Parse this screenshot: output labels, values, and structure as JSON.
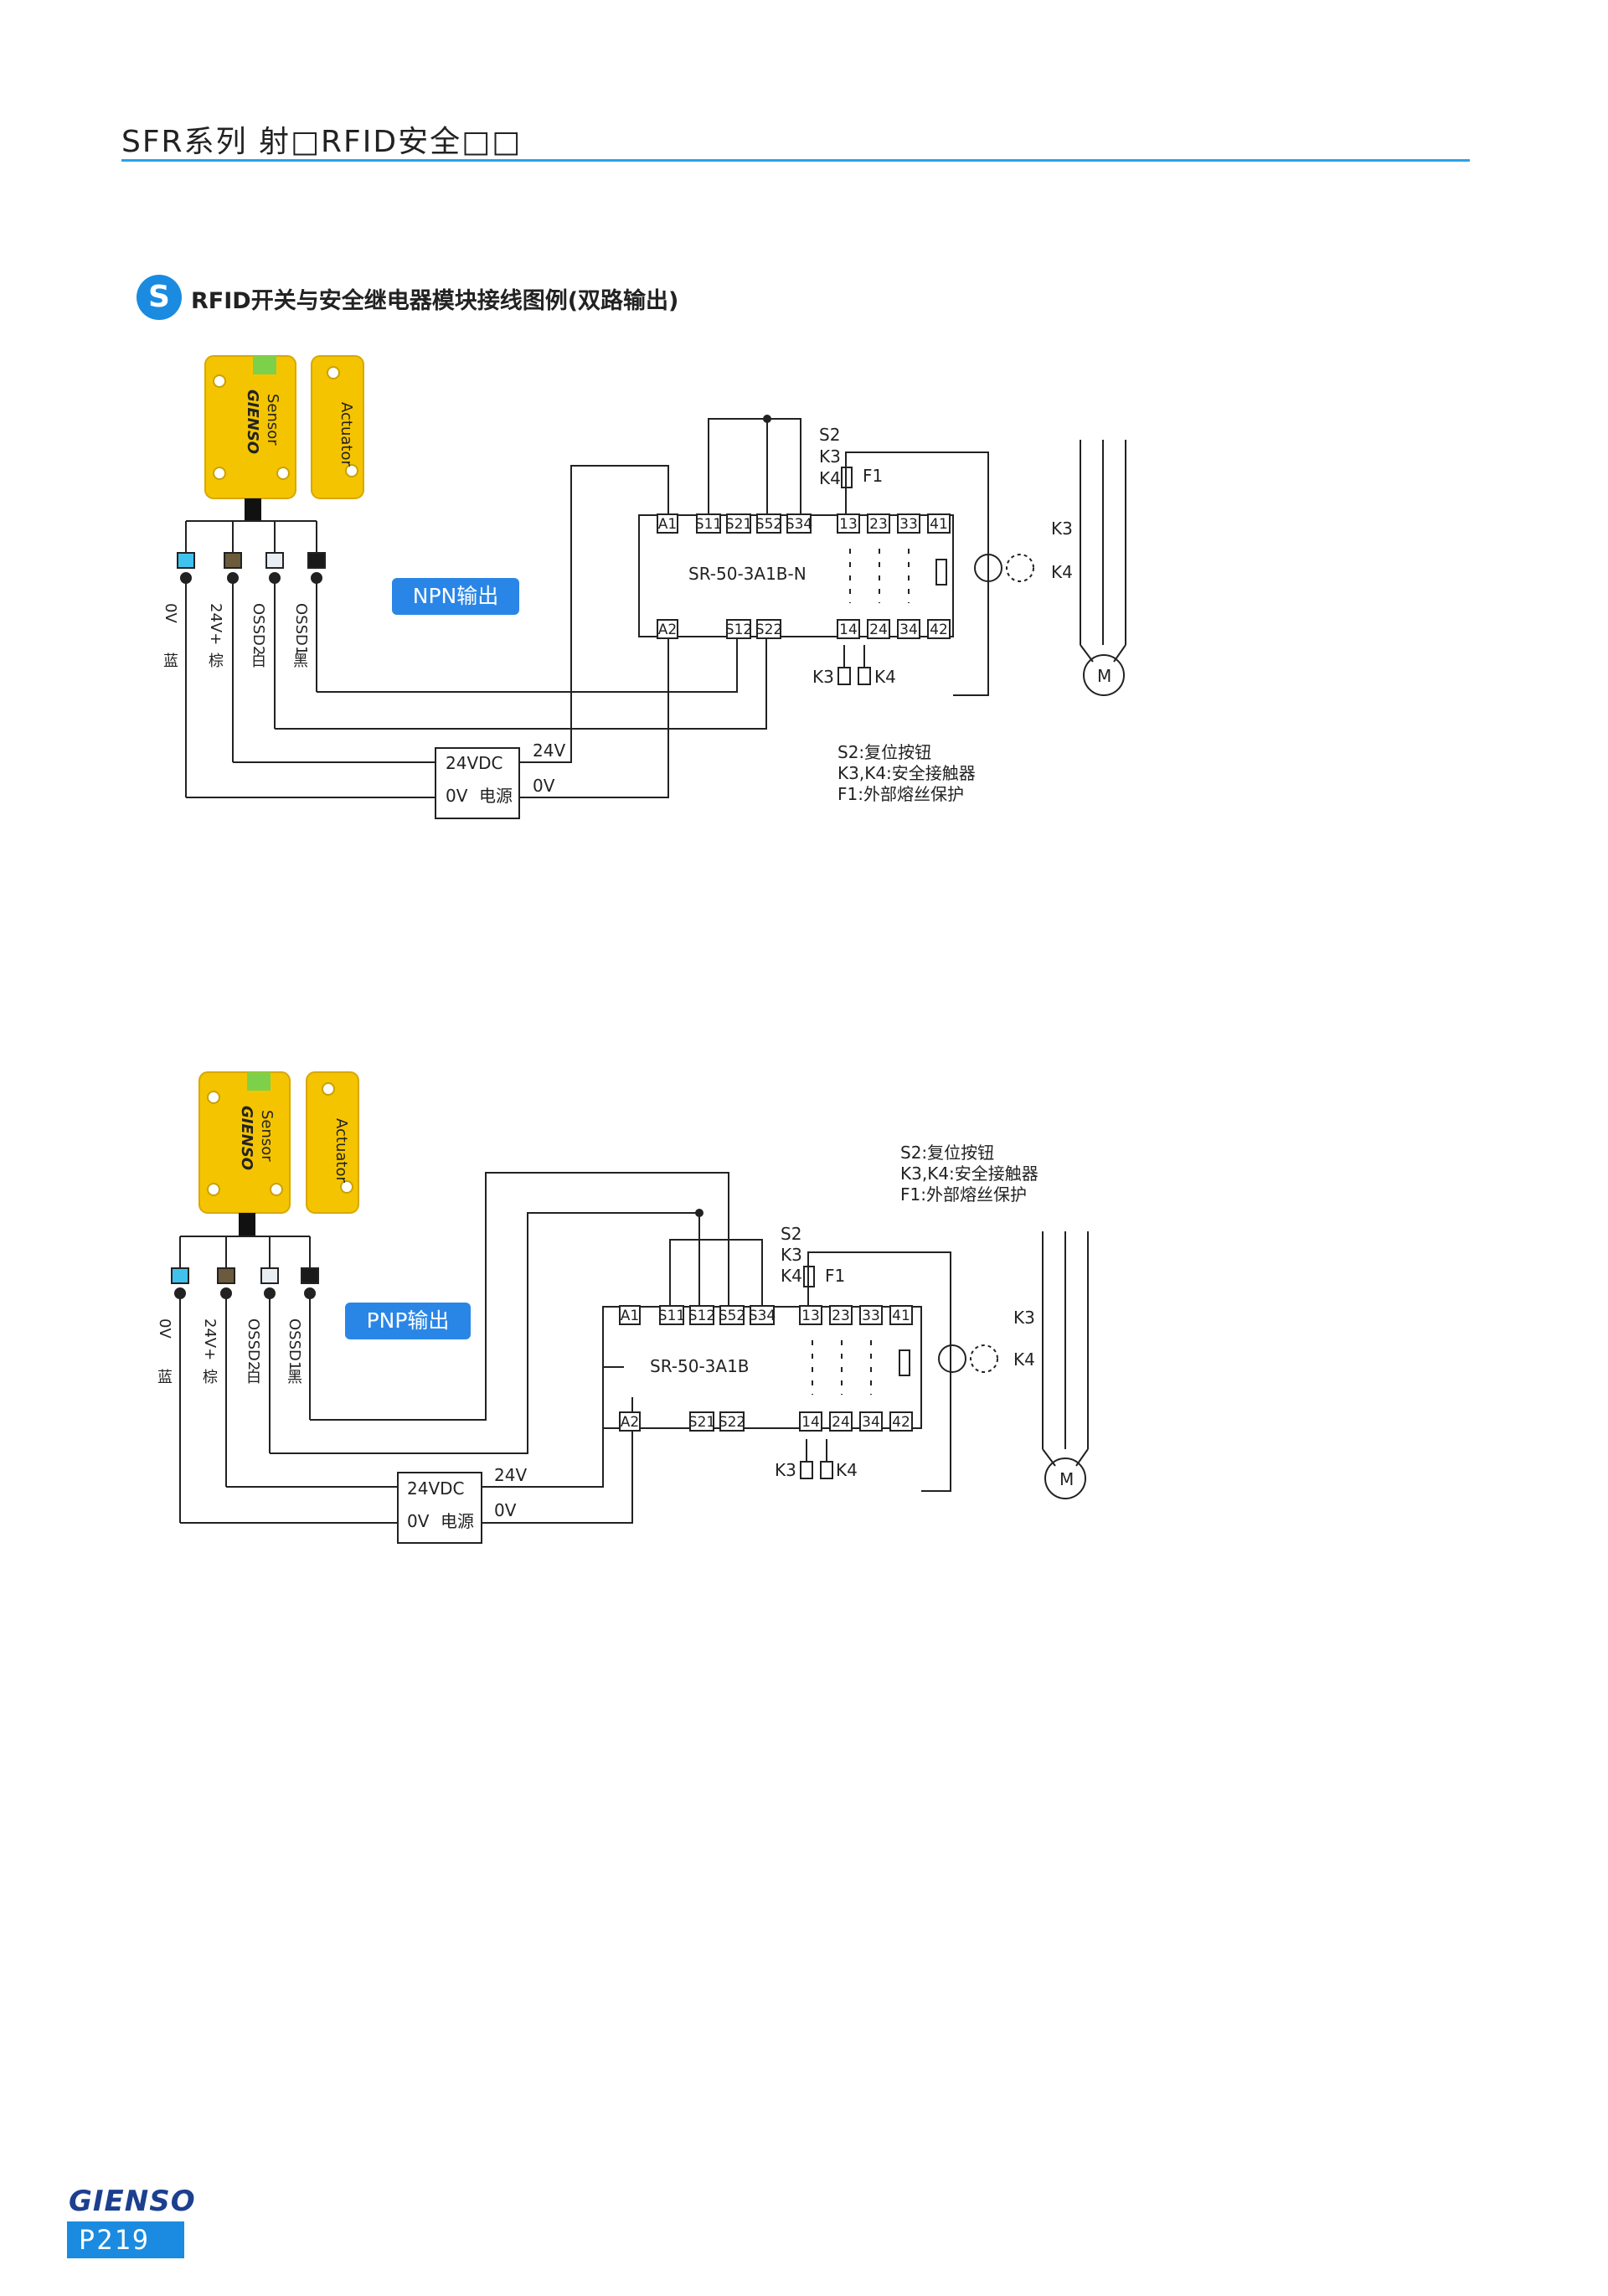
{
  "header": {
    "title": "SFR系列  射□RFID安全□□"
  },
  "section": {
    "icon_letter": "S",
    "title": "RFID开关与安全继电器模块接线图例(双路输出)"
  },
  "diagram_npn": {
    "tag": "NPN输出",
    "relay_model": "SR-50-3A1B-N",
    "sensor_label": "Sensor",
    "brand_label": "GIENSO",
    "actuator_label": "Actuator",
    "wires": [
      "0V",
      "24V+",
      "OSSD2",
      "OSSD1"
    ],
    "wire_colors": [
      "蓝",
      "棕",
      "白",
      "黑"
    ],
    "top_terminals": [
      "A1",
      "S11",
      "S21",
      "S52",
      "S34",
      "13",
      "23",
      "33",
      "41"
    ],
    "bottom_terminals": [
      "A2",
      "S12",
      "S22",
      "14",
      "24",
      "34",
      "42"
    ],
    "switch_labels": [
      "S2",
      "K3",
      "K4"
    ],
    "fuse": "F1",
    "coils": [
      "K3",
      "K4"
    ],
    "motor_contacts": [
      "K3",
      "K4"
    ],
    "motor": "M",
    "power_supply": {
      "line1": "24VDC",
      "line2_a": "0V",
      "line2_b": "电源",
      "out_24v": "24V",
      "out_0v": "0V"
    },
    "legend": [
      "S2:复位按钮",
      "K3,K4:安全接触器",
      "F1:外部熔丝保护"
    ]
  },
  "diagram_pnp": {
    "tag": "PNP输出",
    "relay_model": "SR-50-3A1B",
    "sensor_label": "Sensor",
    "brand_label": "GIENSO",
    "actuator_label": "Actuator",
    "wires": [
      "0V",
      "24V+",
      "OSSD2",
      "OSSD1"
    ],
    "wire_colors": [
      "蓝",
      "棕",
      "白",
      "黑"
    ],
    "top_terminals": [
      "A1",
      "S11",
      "S12",
      "S52",
      "S34",
      "13",
      "23",
      "33",
      "41"
    ],
    "bottom_terminals": [
      "A2",
      "S21",
      "S22",
      "14",
      "24",
      "34",
      "42"
    ],
    "switch_labels": [
      "S2",
      "K3",
      "K4"
    ],
    "fuse": "F1",
    "coils": [
      "K3",
      "K4"
    ],
    "motor_contacts": [
      "K3",
      "K4"
    ],
    "motor": "M",
    "power_supply": {
      "line1": "24VDC",
      "line2_a": "0V",
      "line2_b": "电源",
      "out_24v": "24V",
      "out_0v": "0V"
    },
    "legend": [
      "S2:复位按钮",
      "K3,K4:安全接触器",
      "F1:外部熔丝保护"
    ]
  },
  "footer": {
    "logo": "GIENSO",
    "page": "P219"
  },
  "colors": {
    "accent": "#1a8be0",
    "sensor_yellow": "#f5c400",
    "wire_blue": "#3fc3ee",
    "wire_brown": "#6b5a3c",
    "wire_white": "#e8eef4",
    "wire_black": "#1a1a1a"
  }
}
